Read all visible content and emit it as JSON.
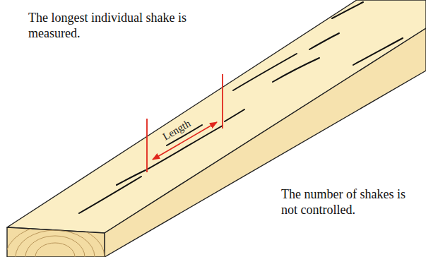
{
  "diagram": {
    "labels": [
      "The longest individual shake is measured.",
      "Length",
      "The number of shakes is not controlled."
    ]
  }
}
